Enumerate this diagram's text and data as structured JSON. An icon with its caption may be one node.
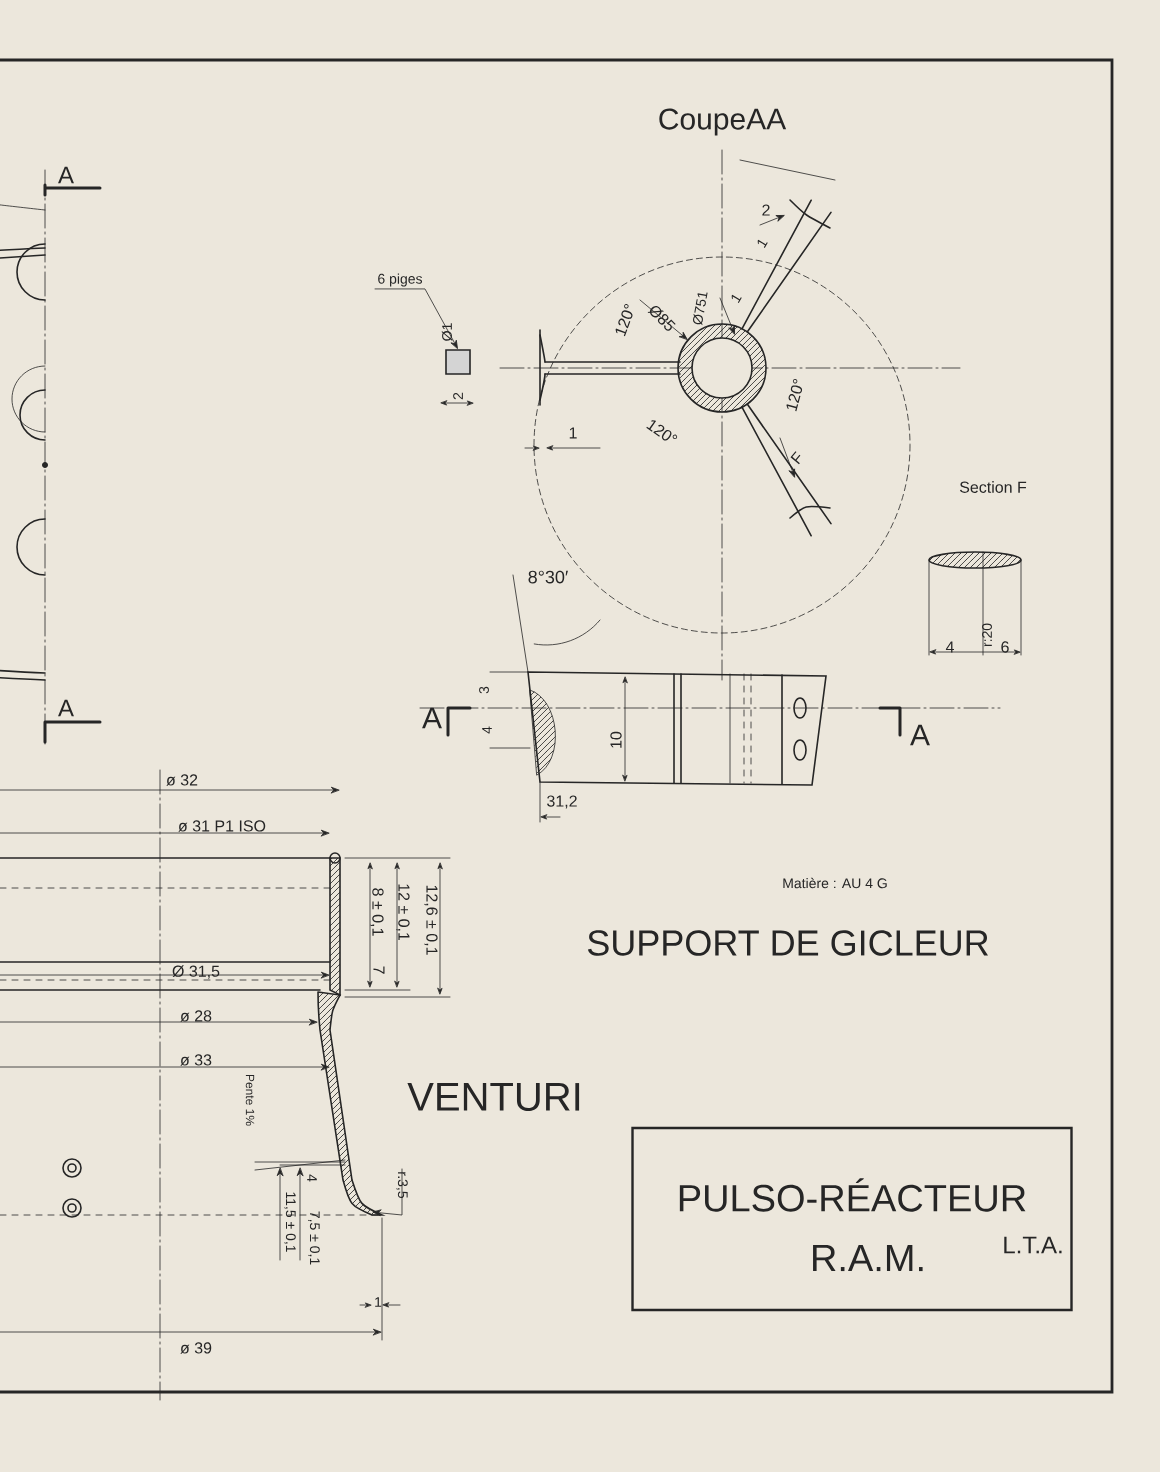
{
  "diagram": {
    "nodes": [
      {
        "text": [
          "PULSO-RÉACTEUR",
          "R.A.M."
        ]
      },
      {
        "text": [
          "6 piges"
        ]
      },
      {
        "text": [],
        "shape": "box"
      },
      {
        "text": [
          "r.3,5"
        ]
      }
    ],
    "edges": [
      {
        "from": 1,
        "to": 2,
        "arrow": "to"
      },
      {
        "from": 3,
        "to": null,
        "arrow": "to"
      }
    ],
    "labels": [
      "CoupeAA",
      "A",
      "A",
      "Ø1",
      "2",
      "2",
      "1",
      "1",
      "120°",
      "Ø85",
      "Ø751",
      "120°",
      "120°",
      "1",
      "F",
      "Section F",
      "8°30′",
      "r:20",
      "4",
      "6",
      "3",
      "4",
      "10",
      "31,2",
      "A",
      "A",
      "Matière : AU 4 G",
      "SUPPORT DE GICLEUR",
      "ø 32",
      "ø 31 P1 ISO",
      "8 ± 0,1",
      "12 ± 0,1",
      "12,6 ± 0,1",
      "7",
      "Ø 31,5",
      "ø 28",
      "ø 33",
      "VENTURI",
      "Pente 1%",
      "4",
      "11,5 ± 0,1",
      "7,5 ± 0,1",
      "1",
      "ø 39",
      "L.T.A."
    ]
  }
}
